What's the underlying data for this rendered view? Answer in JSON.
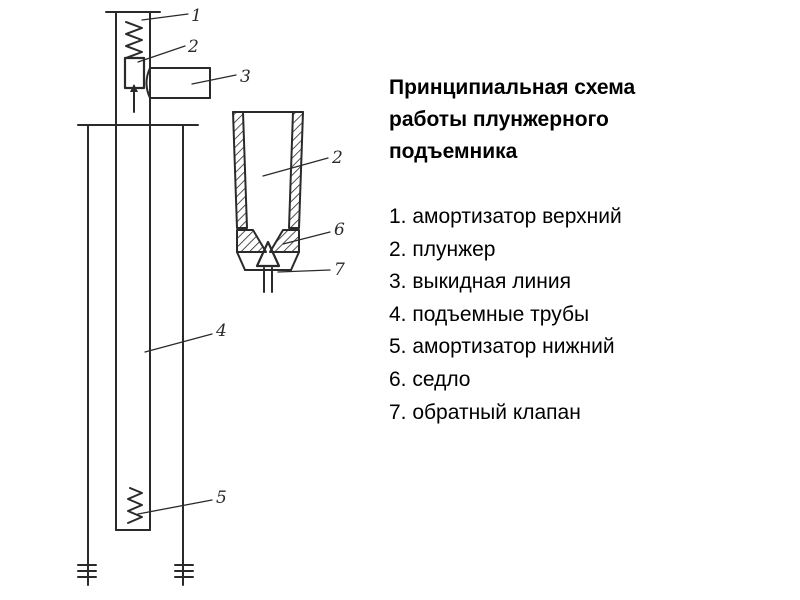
{
  "title_lines": [
    "Принципиальная схема",
    "работы плунжерного",
    "подъемника"
  ],
  "legend": [
    "1. амортизатор верхний",
    "2. плунжер",
    "3. выкидная линия",
    "4. подъемные трубы",
    "5. амортизатор нижний",
    "6. седло",
    "7. обратный клапан"
  ],
  "callouts": {
    "c1": "1",
    "c2": "2",
    "c3": "3",
    "c4": "4",
    "c5": "5",
    "c2_detail": "2",
    "c6": "6",
    "c7": "7"
  },
  "colors": {
    "ink": "#2a2a2a",
    "paper": "#ffffff"
  }
}
